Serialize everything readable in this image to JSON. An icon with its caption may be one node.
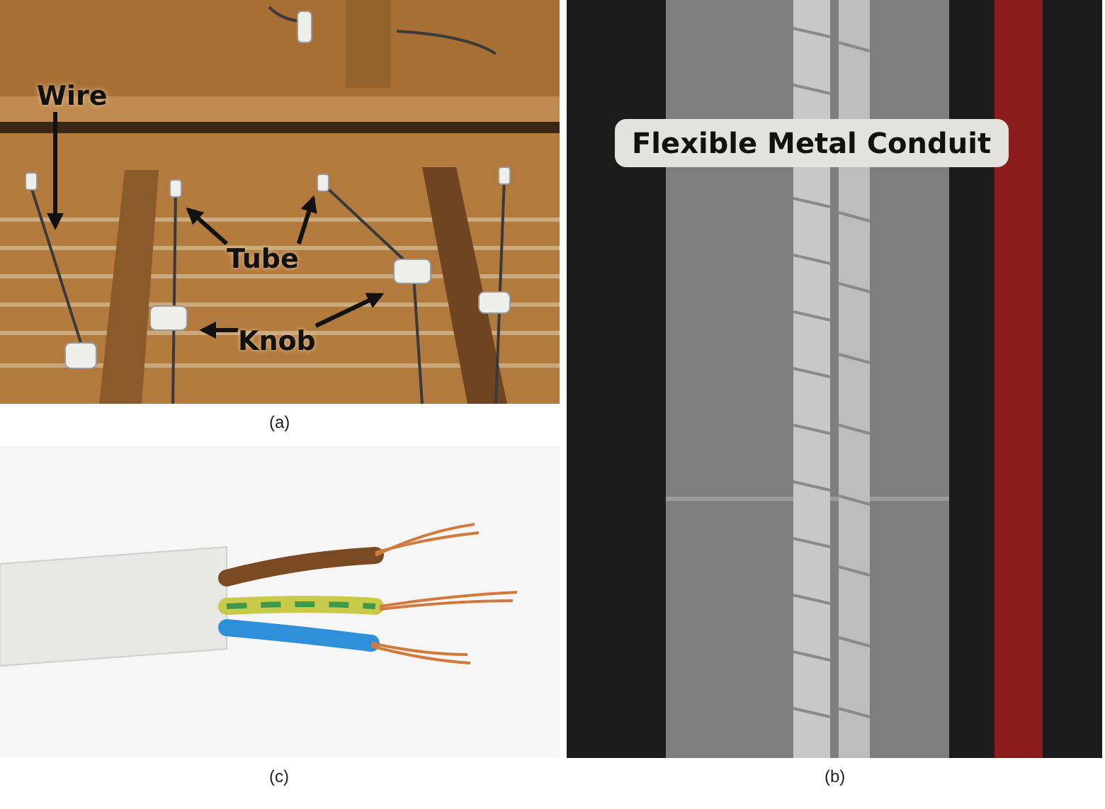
{
  "diagram": {
    "nodes": [
      {
        "text": [
          "Wire"
        ]
      },
      {
        "text": [
          "Tube"
        ]
      },
      {
        "text": [
          "Knob"
        ]
      },
      {
        "text": [
          "Flexible Metal Conduit"
        ]
      }
    ],
    "edges": [
      {
        "from": 0,
        "to": null,
        "arrow": "to"
      },
      {
        "from": 1,
        "to": null,
        "arrow": "to"
      },
      {
        "from": 1,
        "to": null,
        "arrow": "to"
      },
      {
        "from": 2,
        "to": null,
        "arrow": "to"
      },
      {
        "from": 2,
        "to": null,
        "arrow": "to"
      }
    ],
    "labels": [
      "(a)",
      "(c)",
      "(b)"
    ]
  }
}
